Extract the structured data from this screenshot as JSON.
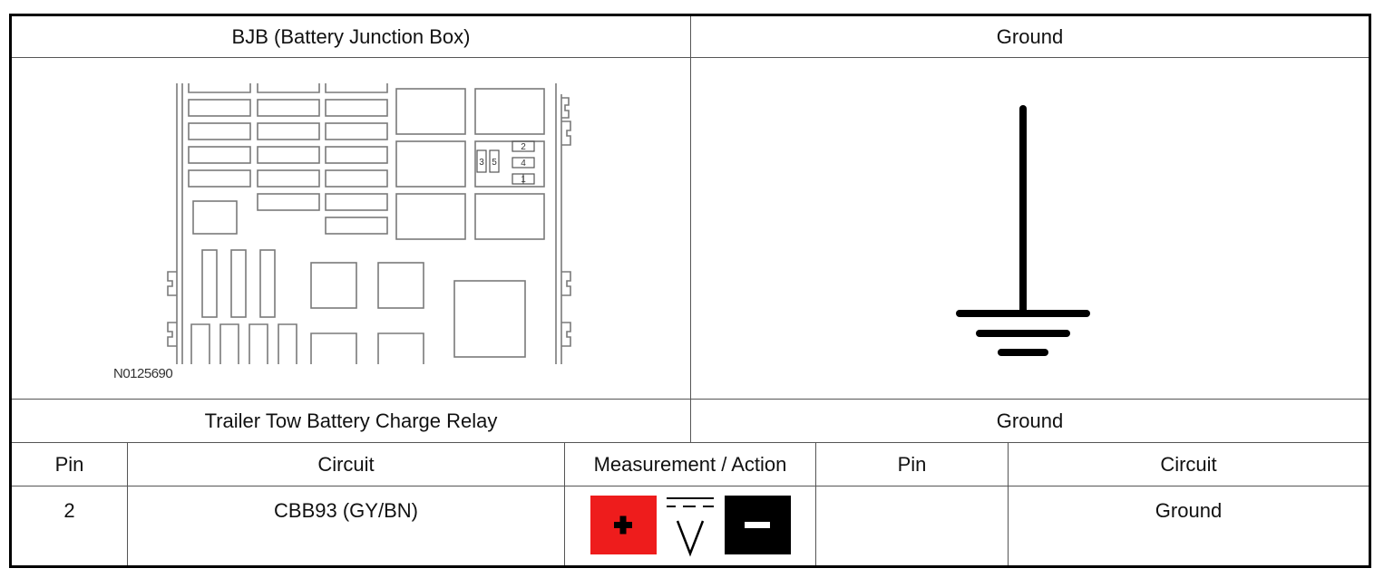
{
  "header_left": "BJB (Battery Junction Box)",
  "header_right": "Ground",
  "connector_figure": {
    "figure_id": "N0125690",
    "fuse_numbers": [
      "2",
      "3",
      "5",
      "4",
      "1"
    ]
  },
  "ground_symbol": {
    "icon": "ground-symbol-icon"
  },
  "section_left": "Trailer Tow Battery Charge Relay",
  "section_right": "Ground",
  "columns": {
    "pin": "Pin",
    "circuit": "Circuit",
    "measurement": "Measurement / Action",
    "pin2": "Pin",
    "circuit2": "Circuit"
  },
  "rows": [
    {
      "pin": "2",
      "circuit": "CBB93 (GY/BN)",
      "measurement_icons": [
        "positive-probe-icon",
        "dc-voltage-icon",
        "negative-probe-icon"
      ],
      "pin2": "",
      "circuit2": "Ground"
    }
  ],
  "colors": {
    "positive": "#ee1c1c",
    "negative": "#000000"
  }
}
